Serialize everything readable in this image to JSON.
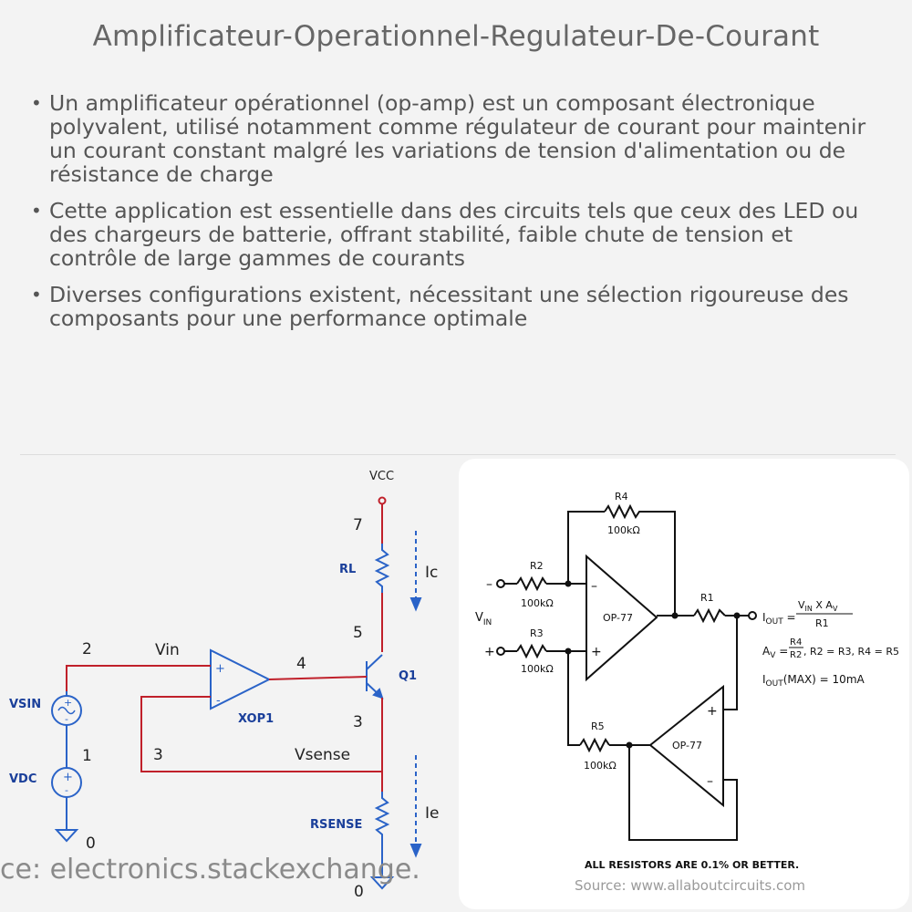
{
  "title": "Amplificateur-Operationnel-Regulateur-De-Courant",
  "bullets": [
    "Un amplificateur opérationnel (op-amp) est un composant électronique polyvalent, utilisé notamment comme régulateur de courant pour maintenir un courant constant malgré les variations de tension d'alimentation ou de résistance de charge",
    "Cette application est essentielle dans des circuits tels que ceux des LED ou des chargeurs de batterie, offrant stabilité, faible chute de tension et contrôle de large gammes de courants",
    "Diverses configurations existent, nécessitant une sélection rigoureuse des composants pour une performance optimale"
  ],
  "left_circuit": {
    "vcc": "VCC",
    "node7": "7",
    "rl": "RL",
    "ic": "Ic",
    "node5": "5",
    "node2": "2",
    "vin": "Vin",
    "node4": "4",
    "q1": "Q1",
    "xop1": "XOP1",
    "vsin": "VSIN",
    "node1": "1",
    "node3a": "3",
    "node3b": "3",
    "vsense": "Vsense",
    "vdc": "VDC",
    "rsense": "RSENSE",
    "ie": "Ie",
    "gnd_a": "0",
    "gnd_b": "0",
    "plus": "+",
    "minus": "-"
  },
  "right_circuit": {
    "r4": "R4",
    "r4_val": "100kΩ",
    "r2": "R2",
    "r2_val": "100kΩ",
    "r3": "R3",
    "r3_val": "100kΩ",
    "r5": "R5",
    "r5_val": "100kΩ",
    "r1": "R1",
    "op1": "OP-77",
    "op2": "OP-77",
    "vin_label": "V",
    "vin_sub": "IN",
    "minus_in": "–",
    "plus_in": "+",
    "iout_eq_lhs": "I",
    "iout_eq_lhs_sub": "OUT",
    "iout_num": "V",
    "iout_num_sub": "IN",
    "iout_num_rest": " X A",
    "iout_num_sub2": "V",
    "iout_den": "R1",
    "av_lhs": "A",
    "av_lhs_sub": "V",
    "av_num": "R4",
    "av_den": "R2",
    "av_rest": ", R2 = R3, R4 = R5",
    "imax_lhs": "I",
    "imax_sub": "OUT",
    "imax_rest": "(MAX) = 10mA",
    "note": "ALL RESISTORS ARE 0.1% OR BETTER."
  },
  "sources": {
    "left": "ce: electronics.stackexchange.",
    "right": "Source: www.allaboutcircuits.com"
  },
  "colors": {
    "wire_red": "#c0202a",
    "component_blue": "#2a63c8",
    "label_blue": "#1a3f9a",
    "node_black": "#222222"
  }
}
